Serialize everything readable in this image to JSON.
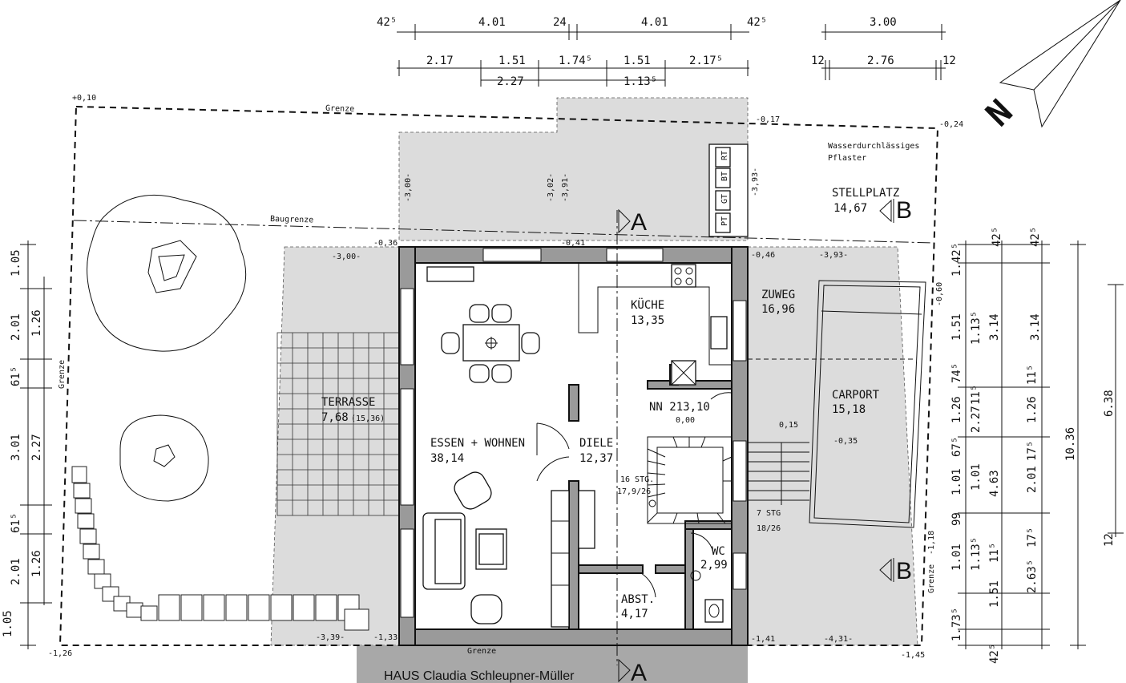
{
  "plan": {
    "footer_title": "HAUS Claudia Schleupner-Müller",
    "section_a": "A",
    "section_b": "B",
    "north_label": "N",
    "boundary_label": "Grenze",
    "building_line_label": "Baugrenze",
    "rooms": {
      "essen": {
        "name": "ESSEN + WOHNEN",
        "area": "38,14"
      },
      "kueche": {
        "name": "KÜCHE",
        "area": "13,35"
      },
      "diele": {
        "name": "DIELE",
        "area": "12,37"
      },
      "nn": {
        "name": "NN 213,10",
        "level": "0,00"
      },
      "wc": {
        "name": "WC",
        "area": "2,99"
      },
      "abst": {
        "name": "ABST.",
        "area": "4,17"
      },
      "terrasse": {
        "name": "TERRASSE",
        "area": "7,68",
        "area_total": "(15,36)"
      },
      "zuweg": {
        "name": "ZUWEG",
        "area": "16,96"
      },
      "carport": {
        "name": "CARPORT",
        "area": "15,18"
      },
      "stellplatz": {
        "name": "STELLPLATZ",
        "area": "14,67",
        "note_1": "Wasserdurchlässiges",
        "note_2": "Pflaster"
      }
    },
    "stairs": {
      "main": "16 STG.",
      "main_ratio": "17,9/26",
      "outside": "7 STG",
      "outside_ratio": "18/26"
    },
    "levels": [
      "+0,10",
      "-0,17",
      "-0,24",
      "-0,36",
      "-0,41",
      "-0,46",
      "-3,00-",
      "-3,93-",
      "0,15",
      "-0,35",
      "-0,60",
      "-1,18",
      "-1,26",
      "-1,33",
      "-1,41",
      "-1,45",
      "-3,39-",
      "-4,31-",
      "-3,00-",
      "-3,02-",
      "-3,91-",
      "-3,93-"
    ],
    "cabinet_labels": [
      "RT",
      "BT",
      "GT",
      "PT"
    ],
    "dims_top_row1": [
      "42⁵",
      "4.01",
      "24",
      "4.01",
      "42⁵"
    ],
    "dims_top_row2": [
      "2.17",
      "1.51",
      "1.74⁵",
      "1.51",
      "2.17⁵"
    ],
    "dims_top_row3": [
      "2.27",
      "1.13⁵"
    ],
    "dims_top_right": [
      "3.00",
      "12",
      "2.76",
      "12"
    ],
    "dims_left_outer": [
      "1.05",
      "2.01",
      "61⁵",
      "3.01",
      "61⁵",
      "2.01",
      "1.05"
    ],
    "dims_left_inner": [
      "1.26",
      "2.27",
      "1.26"
    ],
    "dims_right_col1": [
      "1.42⁵",
      "1.51",
      "74⁵",
      "1.26",
      "67⁵",
      "1.01",
      "99",
      "1.01",
      "1.51",
      "1.73⁵"
    ],
    "dims_right_col2": [
      "1.13⁵",
      "11⁵",
      "2.27",
      "1.01",
      "1.13⁵",
      "11⁵"
    ],
    "dims_right_col3": [
      "42⁵",
      "3.14",
      "11⁵",
      "1.26",
      "17⁵",
      "2.01",
      "17⁵",
      "2.63⁵",
      "42⁵"
    ],
    "dims_right_col4": [
      "42⁵",
      "3.14",
      "4.63"
    ],
    "dims_right_far": [
      "10.36",
      "6.38",
      "12"
    ]
  }
}
